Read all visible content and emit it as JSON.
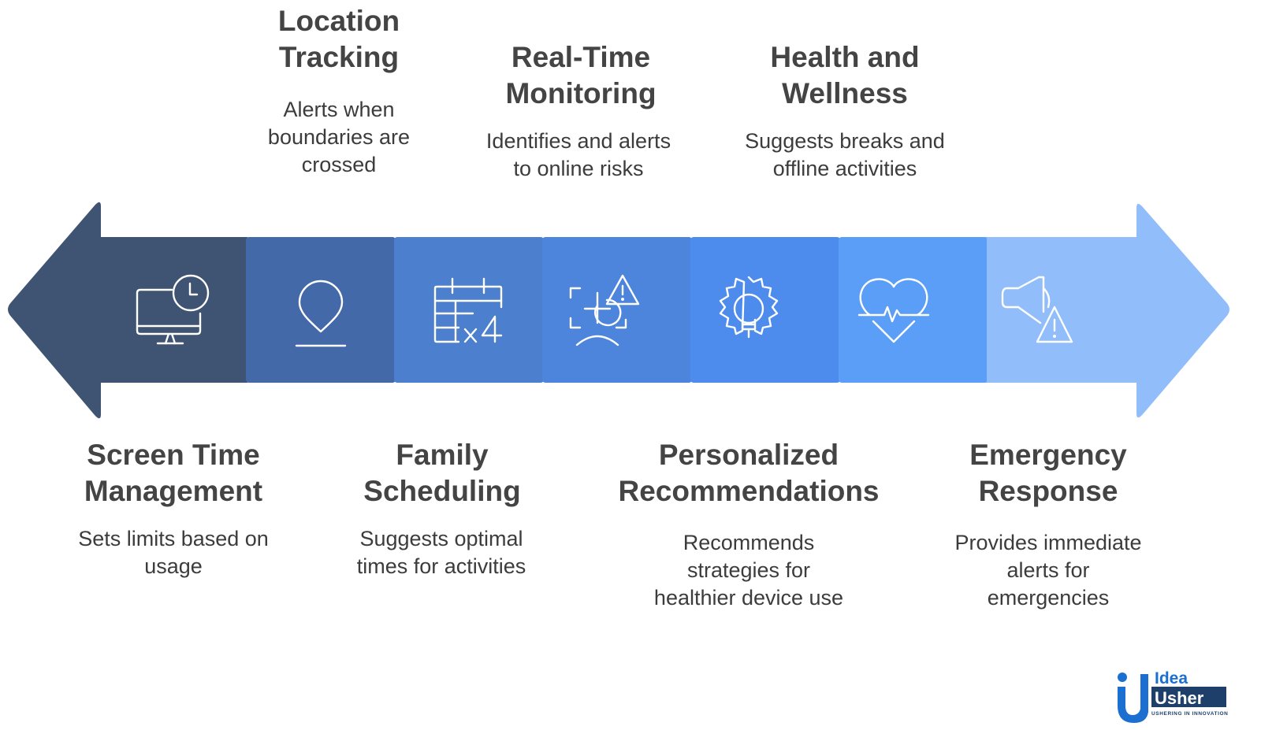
{
  "colors": {
    "arrow_left": "#3f5372",
    "seg1": "#4469a8",
    "seg2": "#4c7fcd",
    "seg3": "#4d85dc",
    "seg4": "#4d8bec",
    "seg5": "#5b9ef7",
    "arrow_right": "#92bdfb",
    "icon_stroke": "#ffffff",
    "logo_blue": "#1b6fd1",
    "logo_dark": "#1f3f6b"
  },
  "features": [
    {
      "id": "screen-time",
      "title": "Screen Time Management",
      "title_lines": [
        "Screen Time",
        "Management"
      ],
      "desc_lines": [
        "Sets limits based on",
        "usage"
      ],
      "icon": "monitor-clock-icon"
    },
    {
      "id": "location",
      "title": "Location Tracking",
      "title_lines": [
        "Location",
        "Tracking"
      ],
      "desc_lines": [
        "Alerts when",
        "boundaries are",
        "crossed"
      ],
      "icon": "map-pin-icon"
    },
    {
      "id": "family",
      "title": "Family Scheduling",
      "title_lines": [
        "Family",
        "Scheduling"
      ],
      "desc_lines": [
        "Suggests optimal",
        "times for activities"
      ],
      "icon": "calendar-x4-icon"
    },
    {
      "id": "realtime",
      "title": "Real-Time Monitoring",
      "title_lines": [
        "Real-Time",
        "Monitoring"
      ],
      "desc_lines": [
        "Identifies and alerts",
        "to online risks"
      ],
      "icon": "scan-alert-icon"
    },
    {
      "id": "personalized",
      "title": "Personalized Recommendations",
      "title_lines": [
        "Personalized",
        "Recommendations"
      ],
      "desc_lines": [
        "Recommends",
        "strategies for",
        "healthier device use"
      ],
      "icon": "gear-bulb-icon"
    },
    {
      "id": "health",
      "title": "Health and Wellness",
      "title_lines": [
        "Health and",
        "Wellness"
      ],
      "desc_lines": [
        "Suggests breaks and",
        "offline activities"
      ],
      "icon": "heart-pulse-icon"
    },
    {
      "id": "emergency",
      "title": "Emergency Response",
      "title_lines": [
        "Emergency",
        "Response"
      ],
      "desc_lines": [
        "Provides immediate",
        "alerts for",
        "emergencies"
      ],
      "icon": "speaker-alert-icon"
    }
  ],
  "logo": {
    "word1": "Idea",
    "word2": "Usher",
    "tagline": "USHERING IN INNOVATION"
  }
}
